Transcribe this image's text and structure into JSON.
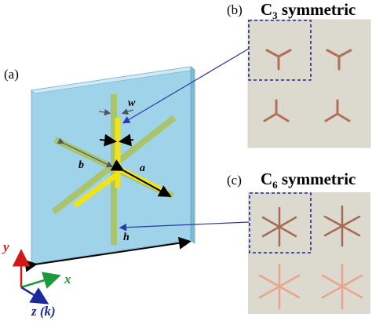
{
  "panels": {
    "a": {
      "letter": "(a)"
    },
    "b": {
      "letter": "(b)",
      "title_main": "C",
      "title_sub": "3",
      "title_rest": " symmetric"
    },
    "c": {
      "letter": "(c)",
      "title_main": "C",
      "title_sub": "6",
      "title_rest": " symmetric"
    }
  },
  "params": {
    "w": "w",
    "a": "a",
    "b": "b",
    "h": "h"
  },
  "axes": {
    "x": "x",
    "y": "y",
    "z": "z (k)"
  },
  "colors": {
    "substrate": "#9fd3ea",
    "arm_green": "#a9c46a",
    "arm_yellow": "#f2e21a",
    "photo_bg": "#dcd9cf",
    "copper": "#b27058",
    "copper_light": "#e8a58c",
    "pointer": "#2a3aa8",
    "dash_box": "#1a2a9a",
    "axis_x": "#1a9a3a",
    "axis_y": "#d01a1a",
    "axis_z": "#1a2a9a"
  }
}
